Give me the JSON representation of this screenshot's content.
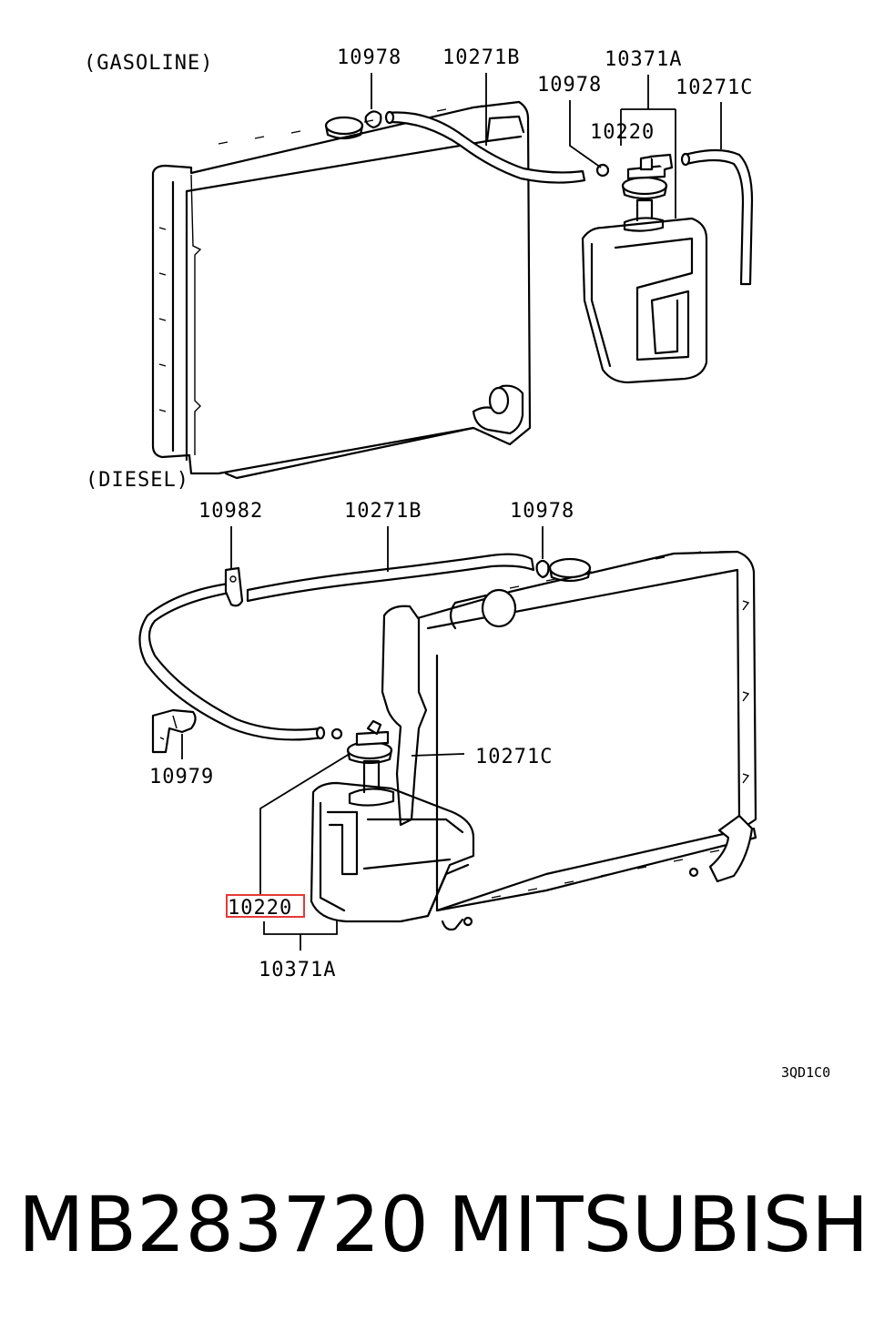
{
  "sections": {
    "gasoline": "(GASOLINE)",
    "diesel": "(DIESEL)"
  },
  "labels": {
    "top_10978_left": "10978",
    "top_10271B": "10271B",
    "top_10371A": "10371A",
    "top_10978_right": "10978",
    "top_10271C": "10271C",
    "top_10220": "10220",
    "bot_10982": "10982",
    "bot_10271B": "10271B",
    "bot_10978": "10978",
    "bot_10271C": "10271C",
    "bot_10979": "10979",
    "bot_10220": "10220",
    "bot_10371A": "10371A"
  },
  "figure_code": "3QD1C0",
  "footer": {
    "part_number": "MB283720",
    "brand": "MITSUBISHI"
  },
  "highlight_color": "#e53935"
}
